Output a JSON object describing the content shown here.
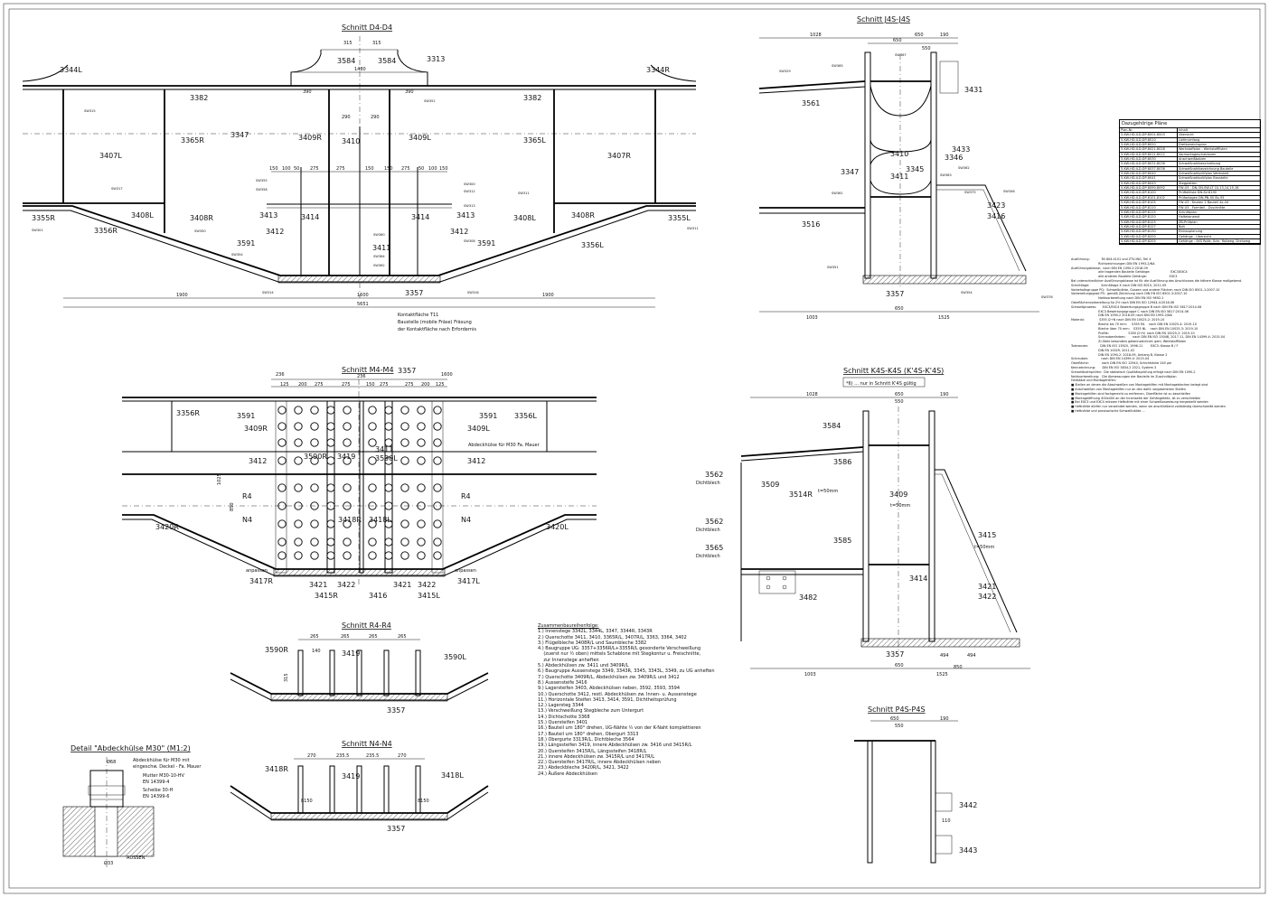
{
  "sections": {
    "d4": "Schnitt D4-D4",
    "j4s": "Schnitt J4S-J4S",
    "m4": "Schnitt M4-M4",
    "k4s": "Schnitt K4S-K4S (K'4S-K'4S)",
    "k4s_note": "*6) ... nur in Schnitt K'4S gültig",
    "r4": "Schnitt R4-R4",
    "n4": "Schnitt N4-N4",
    "p4s": "Schnitt P4S-P4S",
    "detail": "Detail \"Abdeckhülse M30\" (M1:2)"
  },
  "d4": {
    "parts": [
      "3344L",
      "3344R",
      "3382",
      "3382",
      "3365R",
      "3365L",
      "3347",
      "3409R",
      "3410",
      "3409L",
      "3407L",
      "3407R",
      "3355R",
      "3355L",
      "3356R",
      "3356L",
      "3408L",
      "3408R",
      "3408L",
      "3408R",
      "3413",
      "3414",
      "3414",
      "3413",
      "3412",
      "3412",
      "3411",
      "3591",
      "3591",
      "3357",
      "3584",
      "3584",
      "3313"
    ],
    "dims": [
      "1900",
      "1600",
      "1900",
      "5651",
      "1480",
      "390",
      "390",
      "290",
      "290",
      "315",
      "315",
      "150",
      "100",
      "50",
      "275",
      "275",
      "150",
      "150",
      "275",
      "50",
      "100",
      "150"
    ],
    "welds": [
      "SW315",
      "SW317",
      "SW355",
      "SW358",
      "SW360",
      "SW362",
      "SW364",
      "SW351",
      "SW350",
      "SW316",
      "SW301",
      "SW308",
      "SW300",
      "SW312",
      "SW313",
      "SW314",
      "SW311",
      "SW311",
      "SW354"
    ],
    "note1": "Kontaktfläche T11",
    "note2": "Baustelle (mobile Fräse) Fräsung",
    "note3": "der Kontaktfläche nach Erfordernis"
  },
  "j4s": {
    "parts": [
      "3561",
      "3347",
      "3516",
      "3431",
      "3433",
      "3346",
      "3345",
      "3410",
      "3411",
      "3423",
      "3416",
      "3357"
    ],
    "dims": [
      "1028",
      "650",
      "190",
      "650",
      "550",
      "1003",
      "650",
      "1525"
    ],
    "welds": [
      "SW329",
      "SW365",
      "SW367",
      "SW361",
      "SW362",
      "SW363",
      "SW375",
      "SW351",
      "SW354",
      "SW346",
      "SW376"
    ]
  },
  "m4": {
    "parts": [
      "3356R",
      "3591",
      "3357",
      "3591",
      "3356L",
      "3409R",
      "3409L",
      "3412",
      "3412",
      "3411",
      "3590R",
      "3590L",
      "3419",
      "3420R",
      "3420L",
      "3418R",
      "3418L",
      "3417R",
      "3417L",
      "3421",
      "3421",
      "3422",
      "3422",
      "3416",
      "3415R",
      "3415L",
      "R4",
      "N4",
      "R4",
      "N4"
    ],
    "dims": [
      "236",
      "236",
      "1600",
      "125",
      "200",
      "275",
      "275",
      "150",
      "275",
      "275",
      "200",
      "125",
      "1025",
      "850",
      "anpassen",
      "anpassen"
    ],
    "note": "Abdeckhülse für M30 Fa. Mauer"
  },
  "k4s": {
    "parts": [
      "3584",
      "3586",
      "3562",
      "3562",
      "3565",
      "3509",
      "3514R",
      "3409",
      "3585",
      "3415",
      "3414",
      "3421",
      "3422",
      "3482",
      "3357"
    ],
    "dims": [
      "1028",
      "650",
      "550",
      "190",
      "1003",
      "650",
      "1525",
      "850",
      "494",
      "494"
    ],
    "labels": [
      "Dichtblech",
      "Dichtblech",
      "Dichtblech",
      "t=50mm",
      "t=50mm",
      "t=50mm"
    ]
  },
  "r4": {
    "parts": [
      "3590R",
      "3419",
      "3590L",
      "3357"
    ],
    "dims": [
      "265",
      "265",
      "265",
      "265",
      "140",
      "315"
    ]
  },
  "n4": {
    "parts": [
      "3418R",
      "3419",
      "3418L",
      "3357"
    ],
    "dims": [
      "270",
      "235.5",
      "235.5",
      "270",
      "8150",
      "8150"
    ]
  },
  "p4s": {
    "parts": [
      "3442",
      "3443"
    ],
    "dims": [
      "650",
      "190",
      "550",
      "110"
    ]
  },
  "detail": {
    "dims": [
      "Ø68",
      "Ø33",
      "AUSSEN"
    ],
    "labels": [
      "Abdeckhülse für M30 mit",
      "eingeschw. Deckel - Fa. Mauer",
      "Mutter M30-10-HV",
      "EN 14399-4",
      "Scheibe 30-H",
      "EN 14399-6"
    ]
  },
  "assembly": {
    "title": "Zusammenbaureihenfolge:",
    "steps": [
      "1.) Innenstege 3342L, 3344L, 3347, 3344R, 3343R",
      "2.) Querschotte 3411, 3410, 3365R/L, 3407R/L, 3363, 3364, 3402",
      "3.) Flügelbleche 3408R/L und Saumbleche 3382",
      "4.) Baugruppe UG: 3357+3356R/L+3355R/L gesonderte Verschweißung",
      "    (zuerst nur ½ oben) mittels Schablone mit Stegkontur u. Freischnitte,",
      "    zur Innenstege anheften",
      "5.) Abdeckhülsen zw. 3411 und 3409R/L",
      "6.) Baugruppe Aussenstege 3349, 3343R, 3345, 3343L, 3349, zu UG anheften",
      "7.) Querschotte 3409R/L, Abdeckhülsen zw. 3409R/L und 3412",
      "8.) Aussensteife 3416",
      "9.) Lagersteifen 3403, Abdeckhülsen neben, 3592, 3593, 3594",
      "10.) Querschotte 3412, restl. Abdeckhülsen zw. Innen- u. Aussenstege",
      "11.) Horizontale Steifen 3413, 3414, 3591, Dichtheitsprüfung",
      "12.) Lagersteg 3344",
      "13.) Verschweißung Stegbleche zum Untergurt",
      "14.) Dichtschotte 3368",
      "15.) Quersteifen 3401",
      "16.) Bauteil um 180° drehen, UG-Nähte ½ von der K-Naht komplettieren",
      "17.) Bauteil um 180° drehen, Obergurt 3313",
      "18.) Obergurte 3313R/L, Dichtbleche 3564",
      "19.) Längssteifen 3419, innere Abdeckhülsen zw. 3416 und 3415R/L",
      "20.) Quersteifen 3415R/L, Längssteifen 3418R/L",
      "21.) innere Abdeckhülsen zw. 3415R/L und 3417R/L",
      "22.) Quersteifen 3417R/L, innere Abdeckhülsen neben",
      "23.) Abdeckbleche 3420R/L, 3421, 3422",
      "24.) Äußere Abdeckhülsen"
    ]
  },
  "plan_table": {
    "title": "Dazugehörige Pläne",
    "head": [
      "Plan-Nr.",
      "Inhalt"
    ],
    "rows": [
      [
        "5-KW-HD-ILD-DP-8001-8003",
        "Übersicht"
      ],
      [
        "5-KW-HD-ILD-DP-8010",
        "Lieferumfang"
      ],
      [
        "5-KW-HD-ILD-DP-8020",
        "Drehbereichsplan"
      ],
      [
        "5-KW-HD-ILD-DP-8021-8028",
        "Werkstoffplan - Werkstofflisten"
      ],
      [
        "5-KW-HD-ILD-DP-8011-8012",
        "Vormontageschablonen"
      ],
      [
        "5-KW-HD-ILD-DP-8030",
        "Anschweißbolzen"
      ],
      [
        "5-KW-HD-ILD-DP-8031-8036",
        "Schweißnahtbeschreibung"
      ],
      [
        "5-KW-HD-ILD-DP-8037-8038",
        "Schweißnahtbezeichnung Bauteile"
      ],
      [
        "5-KW-HD-ILD-DP-8040",
        "Schweißnahtprüfplan Werkstatt"
      ],
      [
        "5-KW-HD-ILD-DP-8041",
        "Schweißnahtprüfplan Baustelle"
      ],
      [
        "5-KW-HD-ILD-DP-8043",
        "Stegplatten"
      ],
      [
        "5-KW-HD-ILD-DP-8090-8092",
        "FW-U3 - DN-ON-SW-LT 10,13,14,15,16"
      ],
      [
        "5-KW-HD-ILD-DP-8100",
        "Prüfteilliste DN-SV-8190"
      ],
      [
        "5-KW-HD-ILD-DP-8101-8102",
        "Prüfanlagen DN-PN-SV 8x-55"
      ],
      [
        "5-KW-HD-ILD-DP-8105",
        "FW-U3 - Knoten 1 Bauteil 4x-44"
      ],
      [
        "5-KW-HD-ILD-DP-8110",
        "FW-U3 - Formteil - Zuschnitte"
      ],
      [
        "5-KW-HD-ILD-DP-8115",
        "Schnittplan"
      ],
      [
        "5-KW-HD-ILD-DP-8120",
        "Haltekonzept"
      ],
      [
        "5-KW-HD-ILD-DP-8125",
        "ZB-Prüfplan"
      ],
      [
        "5-KW-HD-ILD-DP-8127",
        "Bolt"
      ],
      [
        "5-KW-HD-ILD-DP-8130",
        "Einbauplanung"
      ],
      [
        "5-KW-HD-ILD-DP-8200",
        "Gehänge - Übersicht"
      ],
      [
        "5-KW-HD-ILD-DP-8205",
        "Gehänge - SKS Rolle, Schr. Rollweg, Drehweg"
      ]
    ]
  },
  "notes": {
    "lines": [
      "Ausführung:            Ril 804.4101 und ZTV-ING, Teil 4",
      "                            Richtzeichnungen DIN EN 1993-2/NA",
      "Ausführungsklasse:  nach DIN EN 1090-2:2018-09",
      "                            alle tragenden Bauteile Gehänge:                     EXC3/EXC4",
      "                            alle anderen Bauteile Gehänge:                       EXC3",
      "Bei unterschiedlicher Ausführungsklasse ist für die Ausführung des Anschlusses die höhere Klasse maßgebend.",
      "Schnittlage:            Schnittlage X nach DIN ISO 8015, 2011-09",
      "Vorbehaltsgruppe PQ:  Schweißnähte, Gussen und andere Flächen nach DIN ISO 8501-1:2007-10",
      "Vorbereitungsgrad P3:  gemäß Zeichnung nach DIN EN ISO 8501-3:2007-10",
      "                            Nahtvorbereitung nach DIN EN ISO 9692-1",
      "Oberflächenvorbereitung Sa 2½ nach DIN EN ISO 12944-4:2018-06",
      "Schweißprozess:      EXC3/EXC4 Bewertungsgruppe B nach DIN EN ISO 5817:2014-06",
      "                            EXC3 Bewertungsgruppe C nach DIN EN ISO 5817:2014-06",
      "                            DIN EN 1090-2 2018-09 nach DIN EN 1993-2/NA",
      "Material:               S355 J2+N nach DIN EN 10025-2: 2019-10",
      "                            Bleche bis 70 mm:     S355 ML    nach DIN EN 10025-4: 2019-10",
      "                            Bleche über 70 mm:    S355 NL    nach DIN EN 10025-3: 2019-10",
      "                            Profile:                    S355 J2+N  nach DIN EN 10025-2: 2019-10",
      "                            Schraubenfarben:       nach DIN EN ISO 15048, 2017-11, DIN EN 14399-4: 2015-04",
      "                            ZI-Stele besonders gekennzeichnet: gem. Werkstofflisten",
      "Toleranzen:            DIN EN ISO 13920, 1996-11        EXC3: Klasse B / F",
      "                            DIN EN 10029, 2011-02",
      "                            DIN EN 1090-2: 2018-09, Anhang B, Klasse 2",
      "Schrauben:             nach DIN EN 14399-4: 2015-04",
      "Oberfläche:             nach DIN EN ISO 12944, Schichtdicke 240 µm",
      "Kennzeichnung:       DIN EN ISO 3834-2 2021, System 3",
      "Schweißnahtprüfen:  Die statistisch Qualitätsprüfung erfolgt nach DIN EN 1090-2",
      "Nahtvorbereitung:   Die Abmessungen der Bauteile im Zuschnittplan",
      "Haltsätze und Montagehilfen:",
      "■ Stellen an denen die Abschweißen von Montagehilfen mit Montageblechen belegt sind",
      "■ Anschweißen von Montagehilfen nur an den dafür vorgesehenen Stellen",
      "■ Montagehilfen sind fachgerecht zu entfernen, Oberfläche ist zu beschleifen",
      "■ Montageöffnung 400x400 an der Innenseite der Gehängeteile, ist zu verschließen",
      "■ Bei EXC3 und EXC4 müssen Heftnähte mit einer Schweißanweisung hergestellt werden",
      "■ Heftnähte dürfen nur verwendet werden, wenn sie anschließend vollständig überschweißt werden",
      "■ Heftnähte und provisorische Schweißnähte ..."
    ]
  }
}
